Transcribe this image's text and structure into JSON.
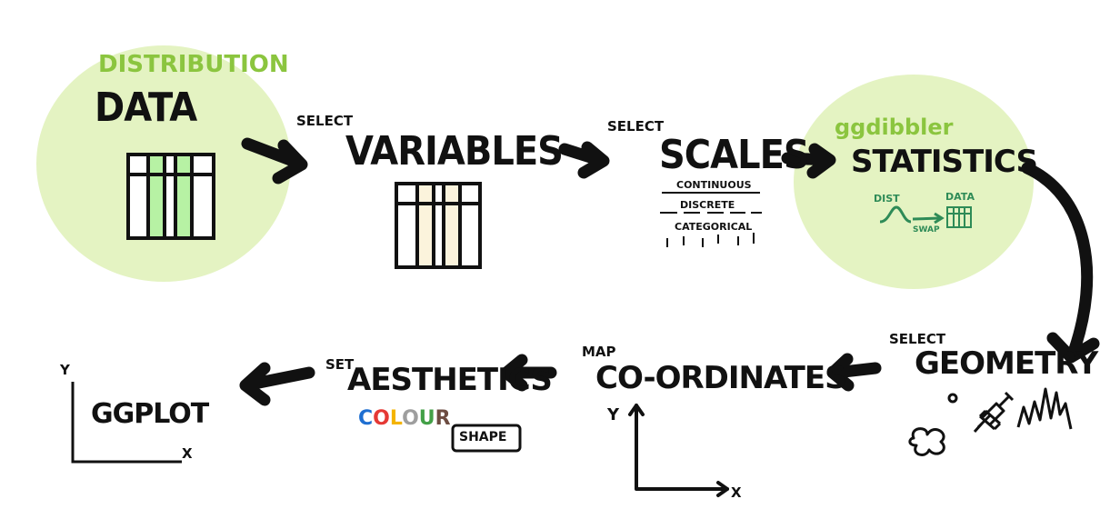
{
  "stages": {
    "data": {
      "tag": "DISTRIBUTION",
      "title": "DATA"
    },
    "variables": {
      "verb": "SELECT",
      "title": "VARIABLES"
    },
    "scales": {
      "verb": "SELECT",
      "title": "SCALES",
      "types": [
        "CONTINUOUS",
        "DISCRETE",
        "CATEGORICAL"
      ]
    },
    "statistics": {
      "tag": "ggdibbler",
      "title": "STATISTICS",
      "dist_label": "DIST",
      "swap_label": "SWAP",
      "data_label": "DATA"
    },
    "geometry": {
      "verb": "SELECT",
      "title": "GEOMETRY"
    },
    "coordinates": {
      "verb": "MAP",
      "title": "CO-ORDINATES",
      "axis_y": "Y",
      "axis_x": "X"
    },
    "aesthetics": {
      "verb": "SET",
      "title": "AESTHETICS",
      "colour_letters": [
        "C",
        "O",
        "L",
        "O",
        "U",
        "R"
      ],
      "shape_label": "SHAPE"
    },
    "ggplot": {
      "title": "GGPLOT",
      "axis_y": "Y",
      "axis_x": "X"
    }
  },
  "colors": {
    "highlight": "#e4f3c2",
    "tag_green": "#8bc53f",
    "table_green": "#b7f2a4",
    "table_cream": "#fbf3dc",
    "stat_green": "#2e8b57",
    "colour_letters": [
      "#1f6fd1",
      "#e53935",
      "#f4b400",
      "#9e9e9e",
      "#43a047",
      "#6d4c41"
    ]
  }
}
